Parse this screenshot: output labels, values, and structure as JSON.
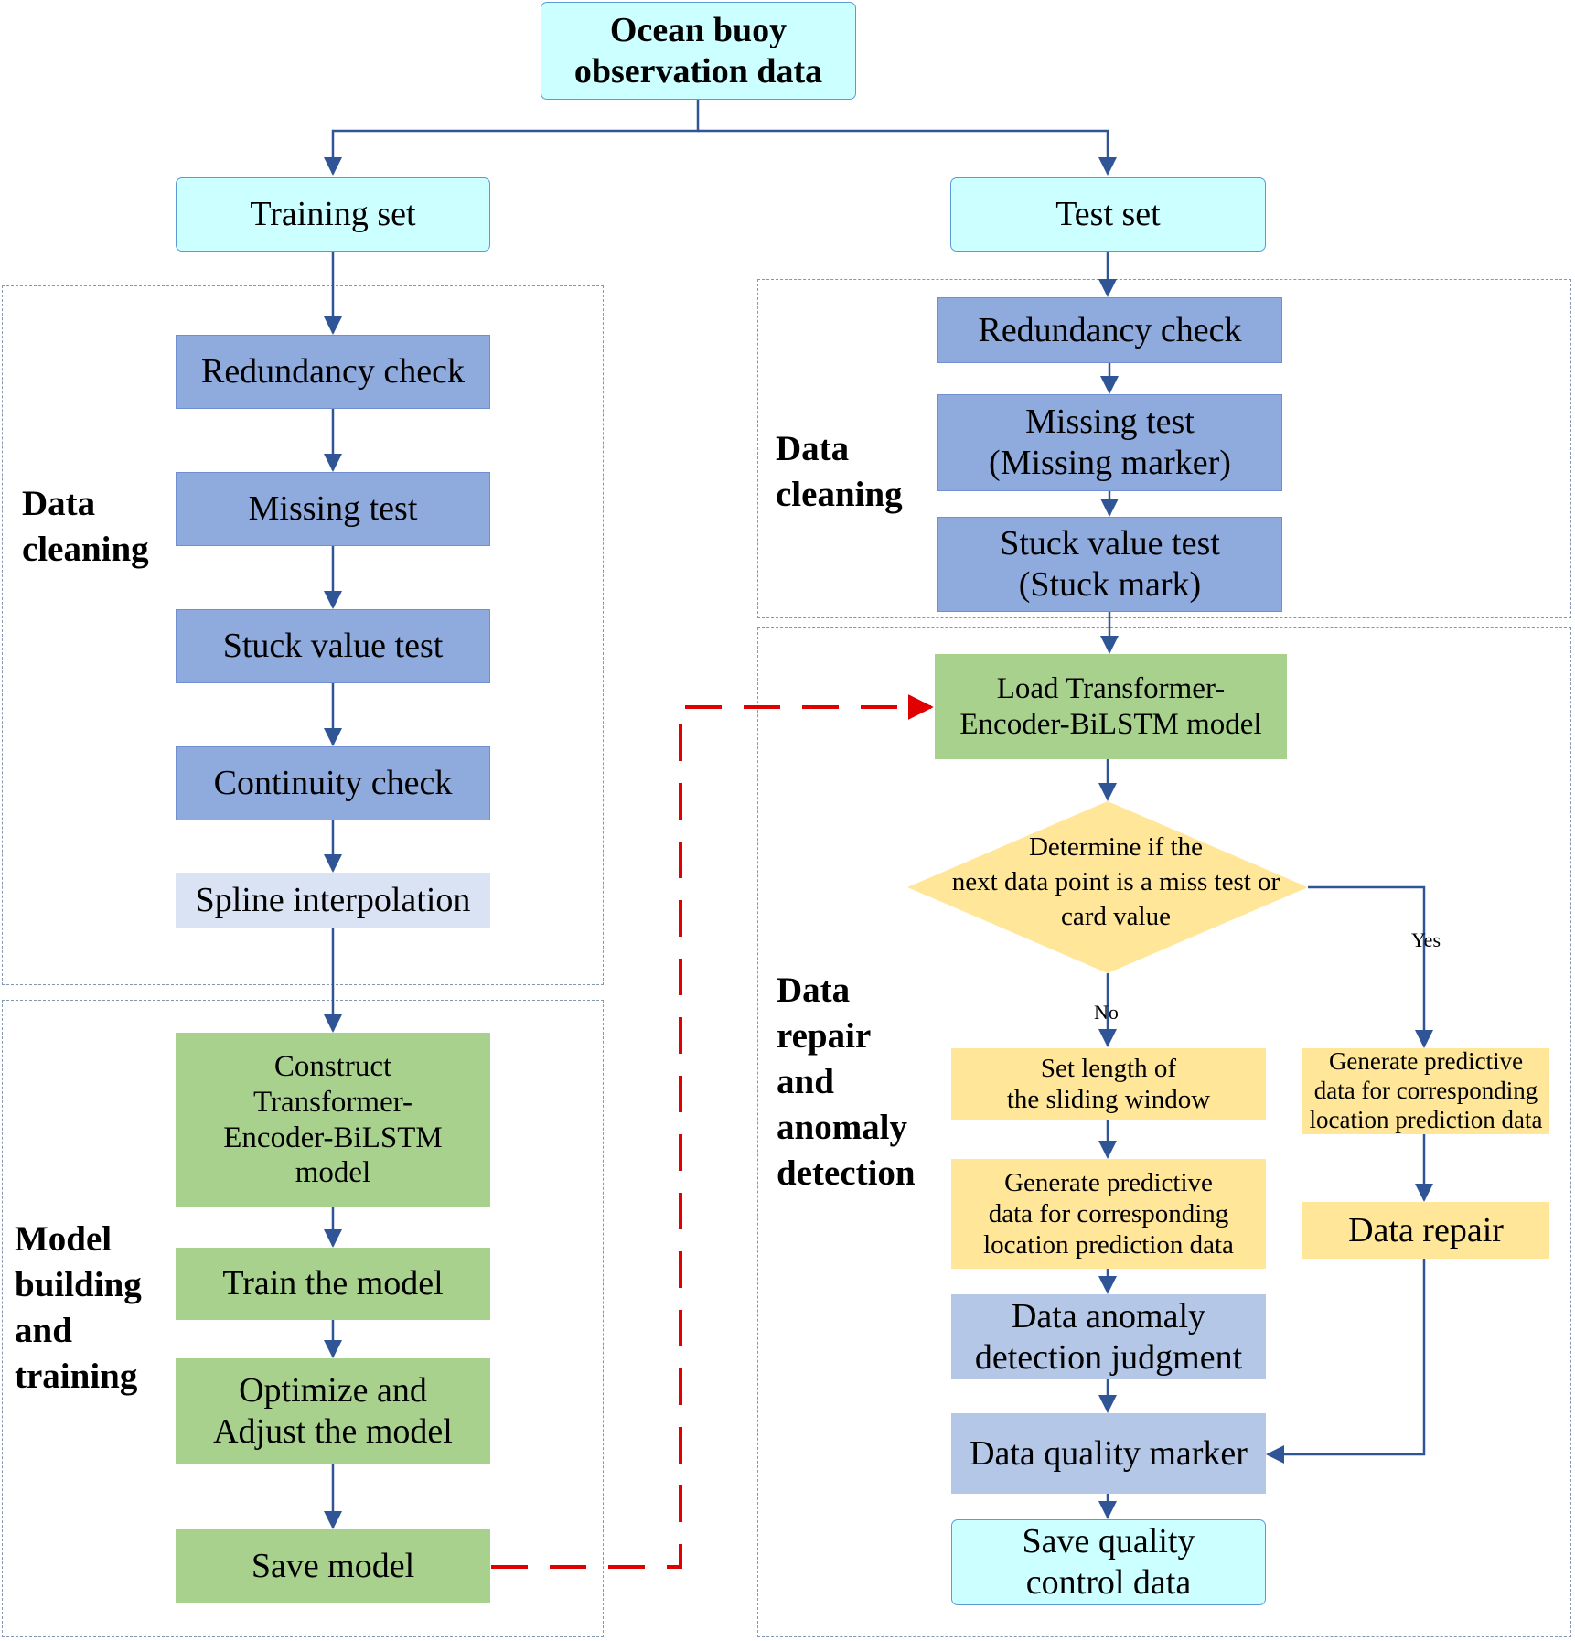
{
  "top": {
    "title": "Ocean buoy\nobservation data"
  },
  "training": {
    "set_label": "Training set",
    "cleaning_label": "Data\ncleaning",
    "steps": {
      "redundancy": "Redundancy check",
      "missing": "Missing test",
      "stuck": "Stuck value test",
      "continuity": "Continuity check",
      "spline": "Spline interpolation"
    },
    "model_label": "Model\nbuilding\nand\ntraining",
    "model_steps": {
      "construct": "Construct\nTransformer-\nEncoder-BiLSTM\nmodel",
      "train": "Train the model",
      "optimize": "Optimize and\nAdjust the model",
      "save": "Save model"
    }
  },
  "test": {
    "set_label": "Test set",
    "cleaning_label": "Data\ncleaning",
    "steps": {
      "redundancy": "Redundancy check",
      "missing": "Missing test\n(Missing marker)",
      "stuck": "Stuck value test\n(Stuck mark)"
    },
    "repair_label": "Data\nrepair\nand\nanomaly\ndetection",
    "repair_steps": {
      "load": "Load Transformer-\nEncoder-BiLSTM model",
      "decision": "Determine if the\nnext data point is a miss test or\ncard value",
      "yes": "Yes",
      "no": "No",
      "window": "Set length of\nthe sliding window",
      "generate_left": "Generate predictive\ndata for corresponding\nlocation prediction data",
      "generate_right": "Generate predictive\ndata for corresponding\nlocation prediction data",
      "repair": "Data repair",
      "anomaly": "Data anomaly\ndetection judgment",
      "quality": "Data quality marker",
      "save": "Save quality\ncontrol data"
    }
  },
  "colors": {
    "cyan": "#ccffff",
    "blue": "#8faadc",
    "green": "#a9d18e",
    "yellow": "#ffe699",
    "arrow": "#2f5597",
    "dashed_arrow": "#e00000"
  }
}
